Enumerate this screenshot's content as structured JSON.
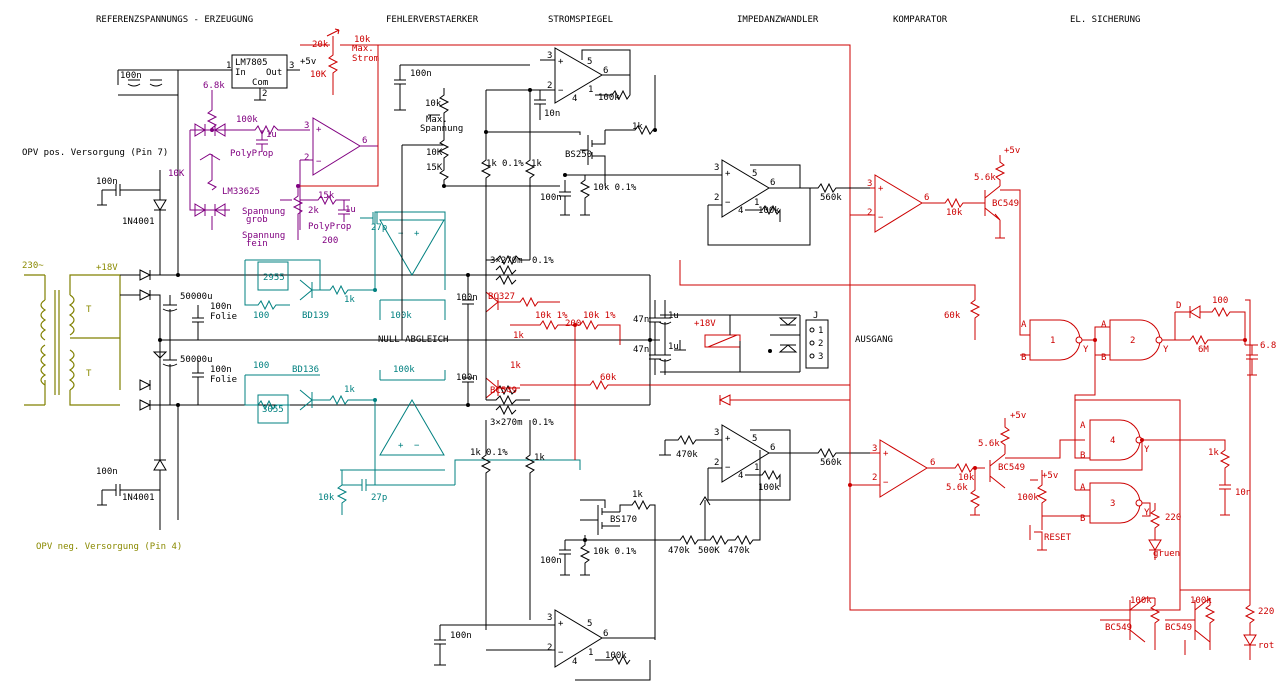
{
  "headers": {
    "reference": "REFERENZSPANNUNGS - ERZEUGUNG",
    "error_amp": "FEHLERVERSTAERKER",
    "current_mirror": "STROMSPIEGEL",
    "impedance": "IMPEDANZWANDLER",
    "comparator": "KOMPARATOR",
    "fuse": "EL. SICHERUNG"
  },
  "labels": {
    "lm7805": "LM7805",
    "lm_in": "In",
    "lm_out": "Out",
    "lm_com": "Com",
    "lm_pin1": "1",
    "lm_pin2": "2",
    "lm_pin3": "3",
    "plus5v_top": "+5v",
    "c100n_top": "100n",
    "r68k": "6.8k",
    "r100k_ref": "100k",
    "c1u_ref": "1u",
    "polyprop1": "PolyProp",
    "r10k_ref": "10K",
    "lm33625": "LM33625",
    "r20k": "20k",
    "r10k_strom": "10k",
    "max_strom_1": "Max.",
    "max_strom_2": "Strom",
    "r10k_pot": "10K",
    "opv_pos": "OPV pos. Versorgung (Pin 7)",
    "opv_neg": "OPV neg. Versorgung (Pin 4)",
    "c100n_pos": "100n",
    "c100n_neg": "100n",
    "d1n4001_a": "1N4001",
    "d1n4001_b": "1N4001",
    "v230": "230~",
    "plus18v": "+18V",
    "t1": "T",
    "t2": "T",
    "c50000u_a": "50000u",
    "c50000u_b": "50000u",
    "c100n_folie_a": "100n",
    "folie_a": "Folie",
    "c100n_folie_b": "100n",
    "folie_b": "Folie",
    "r100_a": "100",
    "r100_b": "100",
    "q2955": "2955",
    "q3055": "3055",
    "bd139": "BD139",
    "bd136": "BD136",
    "r1k_a": "1k",
    "r1k_b": "1k",
    "spannung_grob_1": "Spannung",
    "spannung_grob_2": "grob",
    "spannung_fein_1": "Spannung",
    "spannung_fein_2": "fein",
    "r15k": "15k",
    "c1u_b": "1u",
    "r2k": "2k",
    "polyprop2": "PolyProp",
    "r200": "200",
    "c27p_a": "27p",
    "c27p_b": "27p",
    "r100k_a": "100k",
    "r100k_b": "100k",
    "r10k_bottom": "10k",
    "null_abgleich": "NULL ABGLEICH",
    "c100n_mid_a": "100n",
    "c100n_mid_b": "100n",
    "c100n_em": "100n",
    "r10k_max": "10k",
    "max_sp_1": "Max.",
    "max_sp_2": "Spannung",
    "r10k_b": "10K",
    "r15k_b": "15K",
    "r1k_c": "1k",
    "r01": "0.1%",
    "r1k_d": "1k",
    "shunt_a": "3×270m",
    "shunt_a_tol": "0.1%",
    "shunt_b": "3×270m",
    "shunt_b_tol": "0.1%",
    "bc327": "BC327",
    "bc549_a": "BC549",
    "r1k_e": "1k",
    "r1k_f": "1k",
    "r10k_1pct_a": "10k 1%",
    "r10k_1pct_b": "10k 1%",
    "r200_null": "200",
    "r60k": "60k",
    "r1k_g": "1k",
    "r01_g": "0.1%",
    "r1k_h": "1k",
    "c100n_sm_top": "10n",
    "r100k_sm": "100k",
    "bs250": "BS250",
    "r1k_sm": "1k",
    "r10k_01_a": "10k 0.1%",
    "c100n_sm": "100n",
    "bs170": "BS170",
    "r10k_01_b": "10k 0.1%",
    "c100n_sm_b": "100n",
    "r1k_sm_b": "1k",
    "c100n_low": "100n",
    "r100k_low": "100k",
    "r470k_a": "470k",
    "r470k_b": "470k",
    "r500k": "500K",
    "r470k_c": "470k",
    "r100k_iw_a": "100k",
    "r100k_iw_b": "100k",
    "r560k_a": "560k",
    "r560k_b": "560k",
    "c47n_a": "47n",
    "c47n_b": "47n",
    "c1u_c": "1u",
    "c1u_d": "1u",
    "plus18v_b": "+18V",
    "ausgang": "AUSGANG",
    "j": "J",
    "j1": "1",
    "j2": "2",
    "j3": "3",
    "r60k_b": "60k",
    "r10k_k": "10k",
    "r56k_a": "5.6k",
    "r56k_b": "5.6k",
    "r56k_c": "5.6k",
    "bc549_b": "BC549",
    "bc549_c": "BC549",
    "bc549_d": "BC549",
    "bc549_e": "BC549",
    "plus5v_a": "+5v",
    "plus5v_b": "+5v",
    "plus5v_c": "+5v",
    "r10k_c": "10k",
    "gate1": "1",
    "gate2": "2",
    "gate3": "3",
    "gate4": "4",
    "a1": "A",
    "b1": "B",
    "y1": "Y",
    "a2": "A",
    "b2": "B",
    "y2": "Y",
    "a3": "A",
    "b3": "B",
    "y3": "Y",
    "a4": "A",
    "b4": "B",
    "y4": "Y",
    "d_lbl": "D",
    "r100_f": "100",
    "r6m": "6M",
    "c68": "6.8",
    "r1k_f2": "1k",
    "c10n_f": "10n",
    "r100k_f": "100k",
    "reset": "RESET",
    "r220_a": "220",
    "r220_b": "220",
    "gruen": "gruen",
    "rot": "rot",
    "r100k_f2": "100k",
    "r100k_f3": "100k",
    "op_pin2": "2",
    "op_pin3": "3",
    "op_pin4": "4",
    "op_pin5": "5",
    "op_pin6": "6",
    "op_pin1": "1"
  }
}
